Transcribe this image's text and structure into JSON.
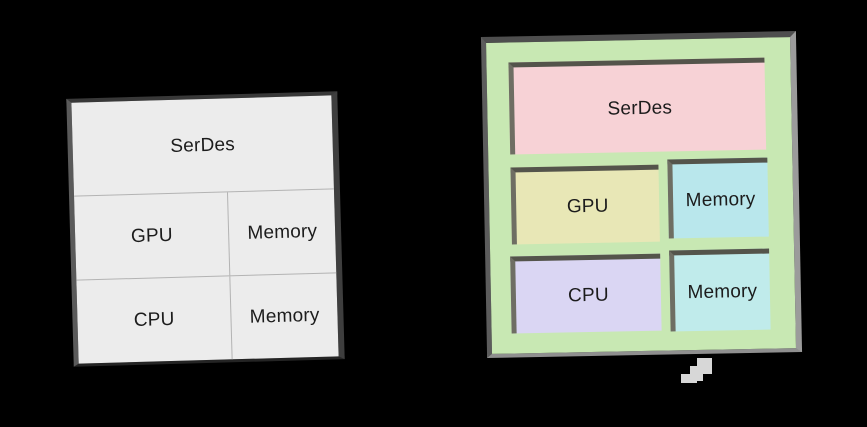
{
  "canvas": {
    "background": "#000000"
  },
  "monolithic": {
    "die_color": "#ececec",
    "edge_color": "#4a4a4a",
    "divider_color": "#b3b3b3",
    "blocks": {
      "serdes": "SerDes",
      "gpu": "GPU",
      "memory_top": "Memory",
      "cpu": "CPU",
      "memory_bottom": "Memory"
    }
  },
  "chiplet": {
    "substrate_color": "#c8e8b3",
    "edge_color": "#54544b",
    "blocks": {
      "serdes": {
        "label": "SerDes",
        "color": "#f7d2d6"
      },
      "gpu": {
        "label": "GPU",
        "color": "#e8e7b6"
      },
      "memory_top": {
        "label": "Memory",
        "color": "#b9e7ec"
      },
      "cpu": {
        "label": "CPU",
        "color": "#dad6f3"
      },
      "memory_bottom": {
        "label": "Memory",
        "color": "#c0ebeb"
      }
    }
  },
  "decoration": {
    "stair_color": "#d7d7d7"
  }
}
